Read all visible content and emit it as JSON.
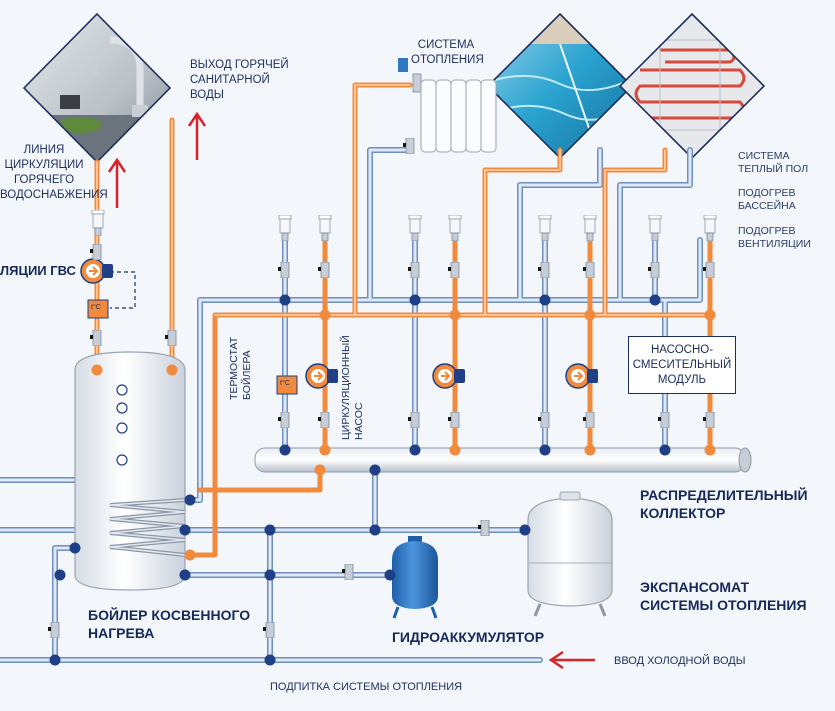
{
  "labels": {
    "circulation_line": "ЛИНИЯ\nЦИРКУЛЯЦИИ\nГОРЯЧЕГО\nВОДОСНАБЖЕНИЯ",
    "hot_outlet": "ВЫХОД ГОРЯЧЕЙ\nСАНИТАРНОЙ\nВОДЫ",
    "heating_system": "СИСТЕМА\nОТОПЛЕНИЯ",
    "floor_heating": "СИСТЕМА\nТЕПЛЫЙ ПОЛ",
    "pool_heating": "ПОДОГРЕВ\nБАССЕЙНА",
    "vent_heating": "ПОДОГРЕВ\nВЕНТИЛЯЦИИ",
    "dhw_pump": "ЛЯЦИИ ГВС",
    "boiler_thermostat": "ТЕРМОСТАТ\nБОЙЛЕРА",
    "circ_pump": "ЦИРКУЛЯЦИОННЫЙ\nНАСОС",
    "mixing_module": "НАСОСНО-\nСМЕСИТЕЛЬНЫЙ\nМОДУЛЬ",
    "manifold": "РАСПРЕДЕЛИТЕЛЬНЫЙ\nКОЛЛЕКТОР",
    "expansion_tank": "ЭКСПАНСОМАТ\nСИСТЕМЫ ОТОПЛЕНИЯ",
    "boiler": "БОЙЛЕР КОСВЕННОГО\nНАГРЕВА",
    "accumulator": "ГИДРОАККУМУЛЯТОР",
    "cold_input": "ВВОД ХОЛОДНОЙ ВОДЫ",
    "makeup": "ПОДПИТКА СИСТЕМЫ ОТОПЛЕНИЯ"
  },
  "thermometer": "t°C",
  "colors": {
    "hot_pipe": "#f08a3c",
    "cold_pipe": "#6f8fbf",
    "node": "#1f3f86",
    "arrow": "#d8232a",
    "text": "#1c2f5e",
    "tank_blue": "#2f78c4"
  },
  "icons": [
    "faucet-photo",
    "pool-photo",
    "floor-heating-photo",
    "radiator-icon",
    "pump-icon",
    "valve-icon",
    "air-vent-icon",
    "arrow-up-icon",
    "arrow-left-icon"
  ]
}
